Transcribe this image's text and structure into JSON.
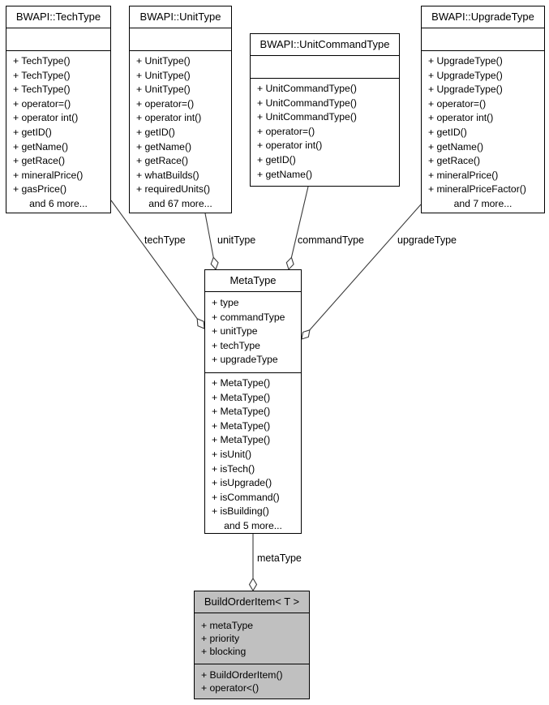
{
  "colors": {
    "background": "#ffffff",
    "box_fill": "#ffffff",
    "focus_box_fill": "#c0c0c0",
    "box_border": "#000000",
    "edge_line": "#3a3a3a",
    "text": "#000000"
  },
  "classes": [
    {
      "name": "BWAPI::TechType",
      "attributes": [],
      "methods": [
        "+ TechType()",
        "+ TechType()",
        "+ TechType()",
        "+ operator=()",
        "+ operator int()",
        "+ getID()",
        "+ getName()",
        "+ getRace()",
        "+ mineralPrice()",
        "+ gasPrice()",
        "and 6 more..."
      ]
    },
    {
      "name": "BWAPI::UnitType",
      "attributes": [],
      "methods": [
        "+ UnitType()",
        "+ UnitType()",
        "+ UnitType()",
        "+ operator=()",
        "+ operator int()",
        "+ getID()",
        "+ getName()",
        "+ getRace()",
        "+ whatBuilds()",
        "+ requiredUnits()",
        "and 67 more..."
      ]
    },
    {
      "name": "BWAPI::UnitCommandType",
      "attributes": [],
      "methods": [
        "+ UnitCommandType()",
        "+ UnitCommandType()",
        "+ UnitCommandType()",
        "+ operator=()",
        "+ operator int()",
        "+ getID()",
        "+ getName()"
      ]
    },
    {
      "name": "BWAPI::UpgradeType",
      "attributes": [],
      "methods": [
        "+ UpgradeType()",
        "+ UpgradeType()",
        "+ UpgradeType()",
        "+ operator=()",
        "+ operator int()",
        "+ getID()",
        "+ getName()",
        "+ getRace()",
        "+ mineralPrice()",
        "+ mineralPriceFactor()",
        "and 7 more..."
      ]
    },
    {
      "name": "MetaType",
      "attributes": [
        "+ type",
        "+ commandType",
        "+ unitType",
        "+ techType",
        "+ upgradeType"
      ],
      "methods": [
        "+ MetaType()",
        "+ MetaType()",
        "+ MetaType()",
        "+ MetaType()",
        "+ MetaType()",
        "+ isUnit()",
        "+ isTech()",
        "+ isUpgrade()",
        "+ isCommand()",
        "+ isBuilding()",
        "and 5 more..."
      ]
    },
    {
      "name": "BuildOrderItem< T >",
      "attributes": [
        "+ metaType",
        "+ priority",
        "+ blocking"
      ],
      "methods": [
        "+ BuildOrderItem()",
        "+ operator<()"
      ]
    }
  ],
  "edges": [
    {
      "label": "techType"
    },
    {
      "label": "unitType"
    },
    {
      "label": "commandType"
    },
    {
      "label": "upgradeType"
    },
    {
      "label": "metaType"
    }
  ]
}
